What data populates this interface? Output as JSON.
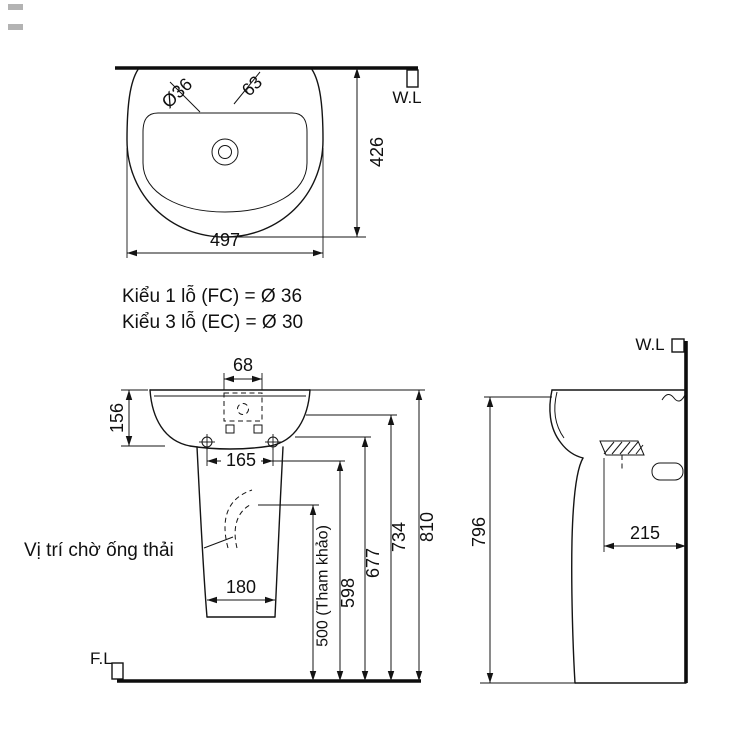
{
  "top_view": {
    "wall_line": "W.L",
    "hole_dia_label": "Ø36",
    "hole_dia_label_2": "63",
    "depth_dim": "426",
    "width_dim": "497"
  },
  "notes": {
    "line_1": "Kiểu 1 lỗ (FC) = Ø 36",
    "line_2": "Kiểu 3 lỗ (EC) = Ø 30"
  },
  "front_view": {
    "tap_hole_spacing_dim": "68",
    "rim_side_dim": "156",
    "bolt_spacing_dim": "165",
    "pedestal_base_dim": "180",
    "waste_position_note": "Vị trí chờ ống thải",
    "floor_line": "F.L",
    "height_dims": {
      "waste": "500 (Tham khảo)",
      "bolt": "598",
      "underside": "677",
      "rim_bottom": "734",
      "rim_top": "810"
    }
  },
  "side_view": {
    "wall_line": "W.L",
    "depth_dim": "215",
    "height_dim": "796"
  }
}
